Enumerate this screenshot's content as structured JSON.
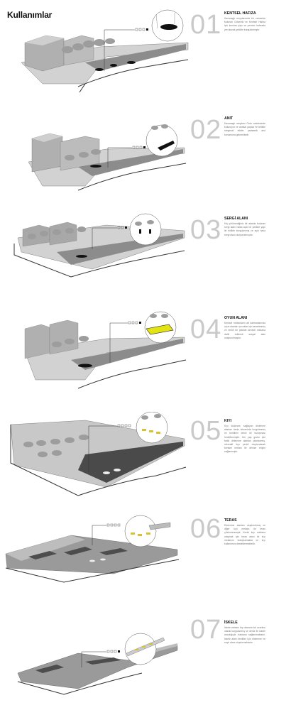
{
  "page": {
    "title": "Kullanımlar"
  },
  "sections": [
    {
      "number": "01",
      "heading": "KENTSEL HAFIZA",
      "text": "Kavanagh meydanında bir zamanlar bulunan Güvenlik ve Kentsel Hafıza için kurulan yapı ve çevresi hafızada yer alacak şekilde kurgulanmıştır."
    },
    {
      "number": "02",
      "heading": "ANIT",
      "text": "Kavanagh meydanı Ordu caddesinde bulunuyor ve anıtsal yapılar ile birlikte simgesel etkiler yaratarak anıt konumuna gelmektedir."
    },
    {
      "number": "03",
      "heading": "SERGİ ALANI",
      "text": "Hiç yürümediğiniz bir alanda bulunan sergi alanı halka açık bir şekilde yapı ile birlikte kurgulanmış ve açık hava sergi alanı oluşturulmuştur."
    },
    {
      "number": "04",
      "heading": "OYUN ALANI",
      "text": "Kentsel mekanların alt katmanlarında oyun alanları çocuklar için tasarlanmış ve renkli bir şekilde kentsel mekana dahil edilerek sosyal alan oluşturulmuştur."
    },
    {
      "number": "05",
      "heading": "KIYI",
      "text": "Kıyı kullanımı sağlayan dinlenme alanları deniz kenarında kurgulanmış ve kentlinin deniz ile buluşması hedeflenmiştir. Her yaş grubu için farklı dinlenme alanları planlanmış, rekreatif kıyı şeridi oluşturularak kentsel mekan ile denize erişim sağlanmıştır."
    },
    {
      "number": "06",
      "heading": "TERAS",
      "text": "Dinlenme alanları oluşturulmuş ve diğer kıyı mekanı ile teras çözümlenmiştir. Kentli kıyı mekana ulaşmak için teras alanı ile kıyı mekanını buluşturmakta ve kıyı kullanımını desteklemektedir."
    },
    {
      "number": "07",
      "heading": "İSKELE",
      "text": "İskele mekanı kıyı alanının bir uzantısı olarak kurgulanmış ve deniz ile iskele aracılığıyla buluşma sağlanmaktadır. İskele alanı kentliler için dinlenme ve seyir alanı oluşturmaktadır."
    }
  ]
}
